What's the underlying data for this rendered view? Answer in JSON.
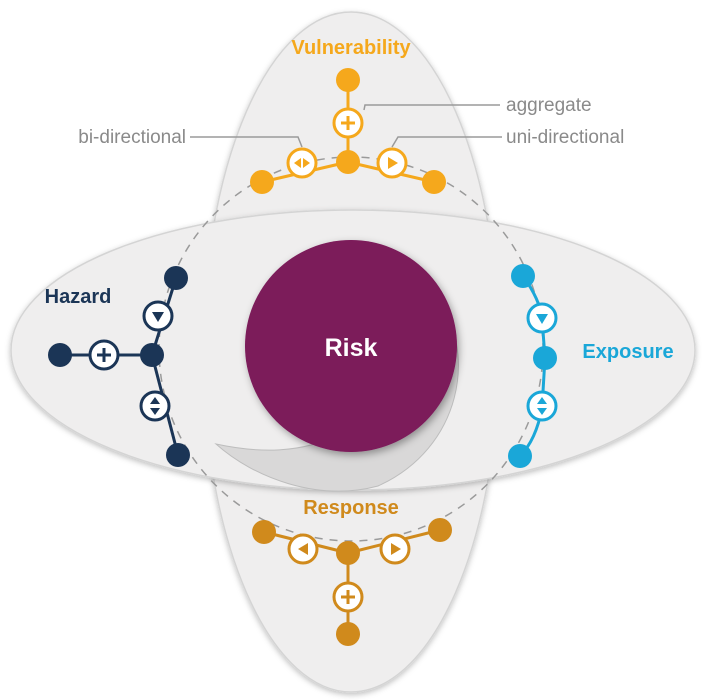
{
  "center": {
    "label": "Risk",
    "color": "#7b1a5a"
  },
  "components": {
    "vulnerability": {
      "label": "Vulnerability",
      "color": "#f5a81c",
      "icons": [
        "plus-icon",
        "bidirectional-arrow-icon",
        "uni-directional-arrow-icon"
      ]
    },
    "hazard": {
      "label": "Hazard",
      "color": "#1b3556",
      "icons": [
        "plus-icon",
        "down-arrow-icon",
        "bidirectional-arrow-icon"
      ]
    },
    "exposure": {
      "label": "Exposure",
      "color": "#1aa7d8",
      "icons": [
        "down-arrow-icon",
        "bidirectional-arrow-icon"
      ]
    },
    "response": {
      "label": "Response",
      "color": "#d08a1c",
      "icons": [
        "left-arrow-icon",
        "right-arrow-icon",
        "plus-icon"
      ]
    }
  },
  "legend": {
    "aggregate": "aggregate",
    "bidirectional": "bi-directional",
    "unidirectional": "uni-directional"
  },
  "colors": {
    "petal": "#efeeee",
    "petal_stroke": "#d4d4d4",
    "dashed_ring": "#9a9a9a",
    "leader": "#9a9a9a"
  }
}
